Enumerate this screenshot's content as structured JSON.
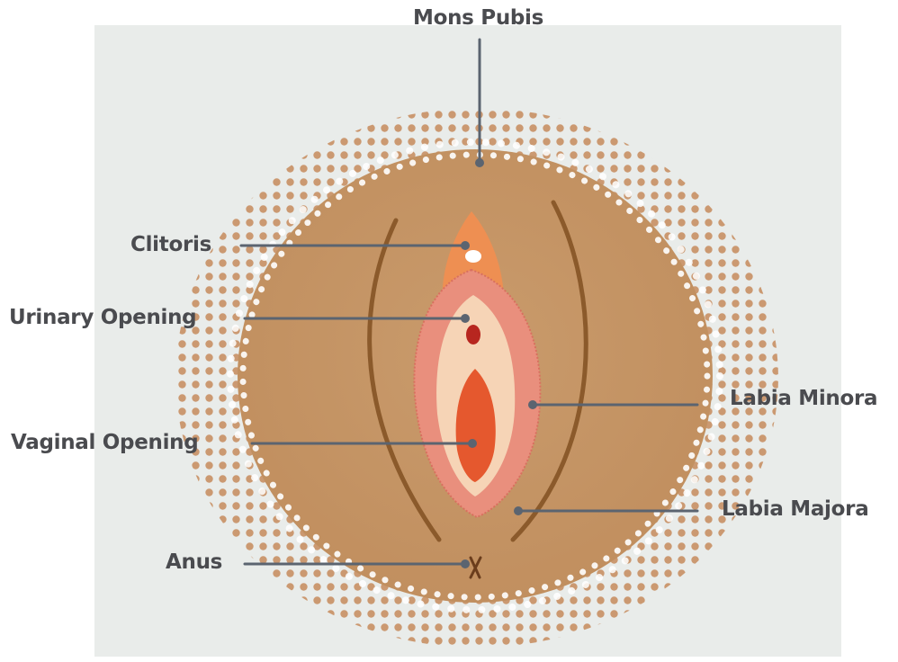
{
  "labels": {
    "mons_pubis": "Mons Pubis",
    "clitoris": "Clitoris",
    "urinary_opening": "Urinary Opening",
    "vaginal_opening": "Vaginal Opening",
    "anus": "Anus",
    "labia_minora": "Labia Minora",
    "labia_majora": "Labia Majora"
  },
  "colors": {
    "background_panel": "#e9ecea",
    "skin": "#c89a6a",
    "labia_minora": "#e98f7d",
    "inner_vestibule": "#f6d4b6",
    "clitoral_hood": "#ee8f52",
    "vaginal_opening": "#e5582e",
    "urinary_opening": "#b7261f",
    "leader_line": "#5b6470",
    "label_text": "#4a4b4f"
  }
}
